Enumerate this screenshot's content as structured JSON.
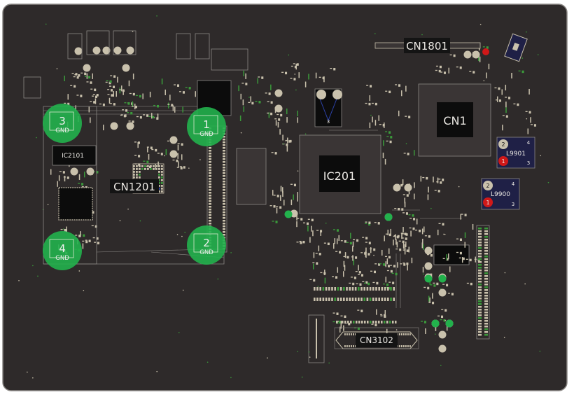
{
  "colors": {
    "board": "#2e2a2a",
    "outline": "#8b8885",
    "pad": "#c9c1ac",
    "green": "#22b14c",
    "via": "#3b9a3b",
    "red": "#d01818",
    "blue": "#2c42a8",
    "chip": "#0c0c0c",
    "label_bg": "#141414",
    "label_text": "#ece9e4"
  },
  "mount_holes": [
    {
      "num": "3",
      "net": "GND"
    },
    {
      "num": "1",
      "net": "GND"
    },
    {
      "num": "4",
      "net": "GND"
    },
    {
      "num": "2",
      "net": "GND"
    }
  ],
  "labels": {
    "cn1801": "CN1801",
    "cn1": "CN1",
    "ic2101": "IC2101",
    "cn1201": "CN1201",
    "ic201": "IC201",
    "cn3102": "CN3102",
    "l9901": "L9901",
    "l9900": "L9900"
  },
  "pin_numbers": {
    "l9901_p1": "1",
    "l9901_p2": "2",
    "l9901_p3": "3",
    "l9901_p4": "4",
    "l9900_p1": "1",
    "l9900_p2": "2",
    "l9900_p3": "3",
    "l9900_p4": "4",
    "q_pin": "3"
  }
}
